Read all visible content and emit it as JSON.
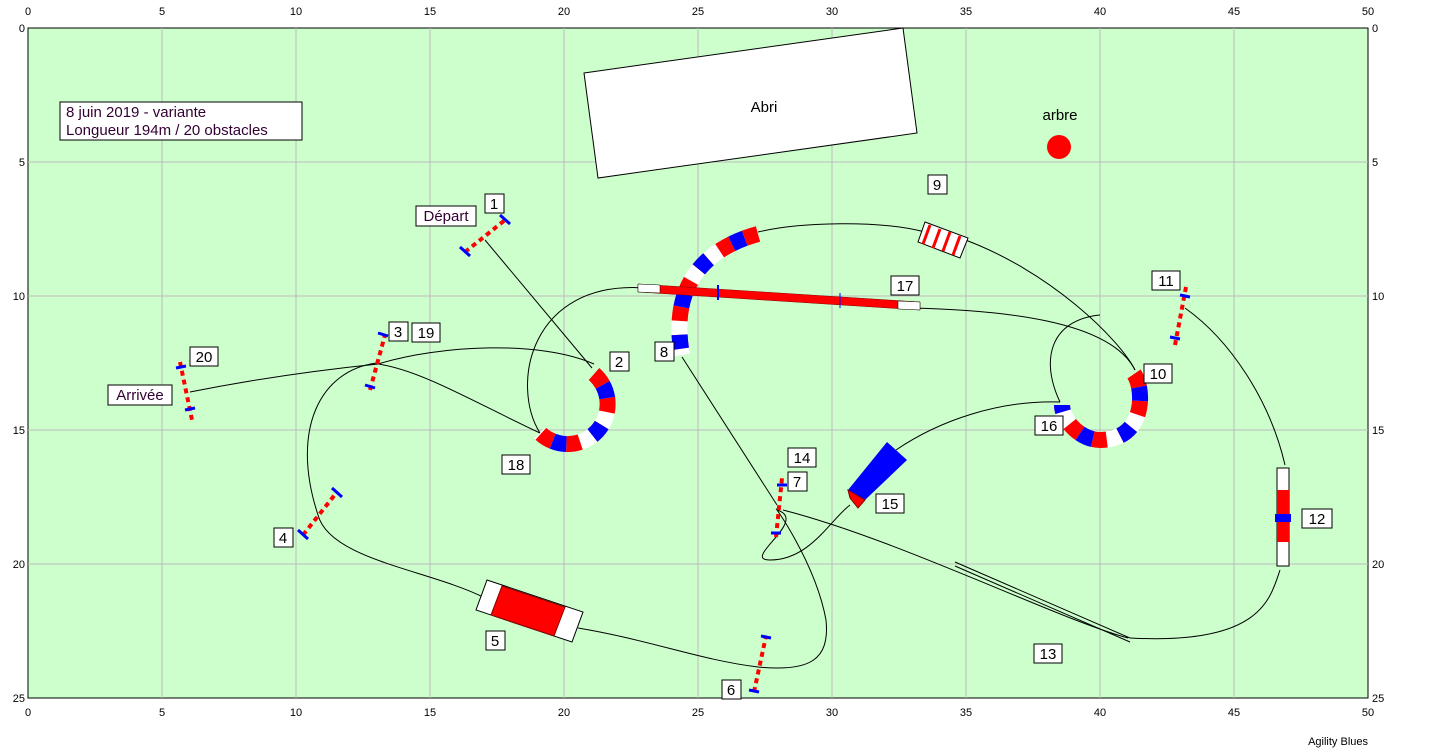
{
  "map": {
    "x_ticks": [
      "0",
      "5",
      "10",
      "15",
      "20",
      "25",
      "30",
      "35",
      "40",
      "45",
      "50"
    ],
    "y_ticks": [
      "0",
      "5",
      "10",
      "15",
      "20",
      "25"
    ],
    "info_line1": "8 juin 2019 - variante",
    "info_line2": "Longueur 194m / 20  obstacles",
    "shelter_label": "Abri",
    "tree_label": "arbre",
    "start_label": "Départ",
    "finish_label": "Arrivée",
    "credit": "Agility Blues",
    "obstacle_numbers": [
      "1",
      "2",
      "3",
      "19",
      "4",
      "5",
      "6",
      "7",
      "14",
      "8",
      "9",
      "10",
      "11",
      "12",
      "13",
      "15",
      "16",
      "17",
      "18",
      "20"
    ],
    "colors": {
      "field": "#ccffcc",
      "grid": "#bbbbbb",
      "red": "#ff0000",
      "blue": "#0000ff",
      "tree": "#ff0000",
      "text_dark": "#330033"
    }
  }
}
